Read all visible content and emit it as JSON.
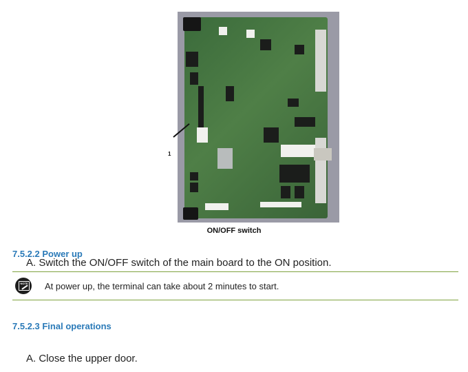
{
  "figure": {
    "callout_label": "1",
    "caption": "ON/OFF switch"
  },
  "sections": [
    {
      "heading": "7.5.2.2  Power up",
      "steps": [
        "A.  Switch the ON/OFF switch of the main board to the ON position."
      ]
    },
    {
      "heading": "7.5.2.3  Final operations",
      "steps": [
        "A.  Close the upper door."
      ]
    }
  ],
  "note": {
    "icon_label": "NOTE",
    "icon": "note-pad-icon",
    "text": "At power up, the terminal can take about 2 minutes to start."
  },
  "colors": {
    "heading": "#2a7ab8",
    "rule": "#7ea23e"
  }
}
